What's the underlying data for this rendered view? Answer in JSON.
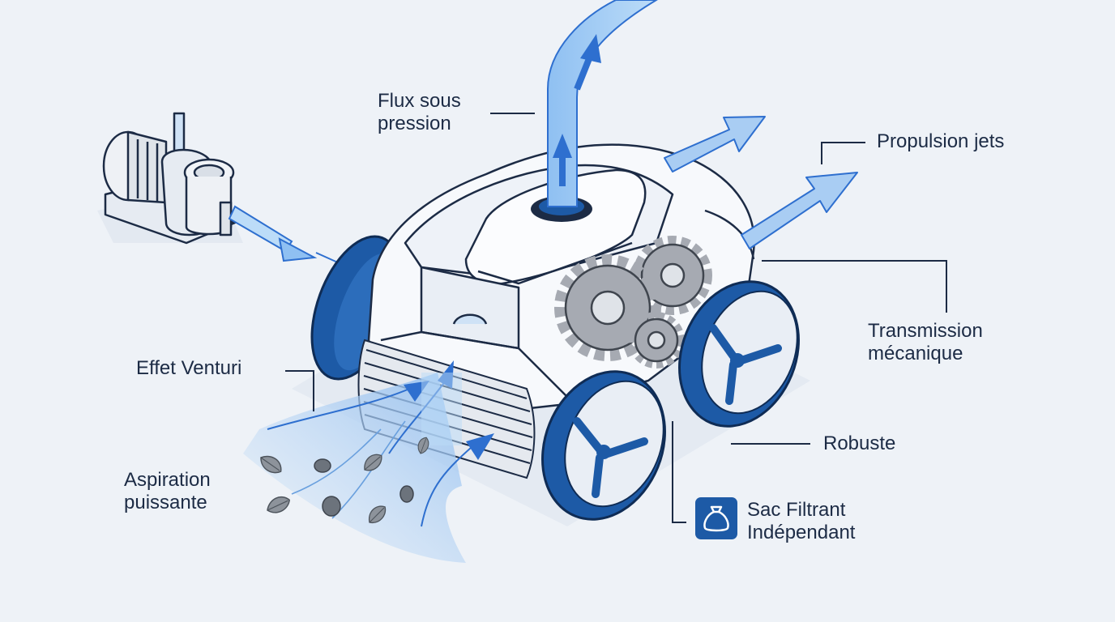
{
  "labels": {
    "flux": [
      "Flux sous",
      "pression"
    ],
    "propulsion": [
      "Propulsion jets"
    ],
    "transmission": [
      "Transmission",
      "mécanique"
    ],
    "venturi": [
      "Effet Venturi"
    ],
    "robuste": [
      "Robuste"
    ],
    "aspiration": [
      "Aspiration",
      "puissante"
    ],
    "sac": [
      "Sac Filtrant",
      "Indépendant"
    ]
  },
  "icons": {
    "filter_bag": "bag-icon",
    "pump": "pool-pump-icon",
    "gear": "gear-icon",
    "leaf": "leaf-icon"
  },
  "colors": {
    "background": "#eef2f7",
    "outline": "#1c2b45",
    "wheel_blue": "#1d5aa6",
    "flow_arrow": "#a9cdf3",
    "flow_arrow_edge": "#2e6fcf",
    "gear_gray": "#a6aab2",
    "body_white": "#f7f9fc"
  }
}
